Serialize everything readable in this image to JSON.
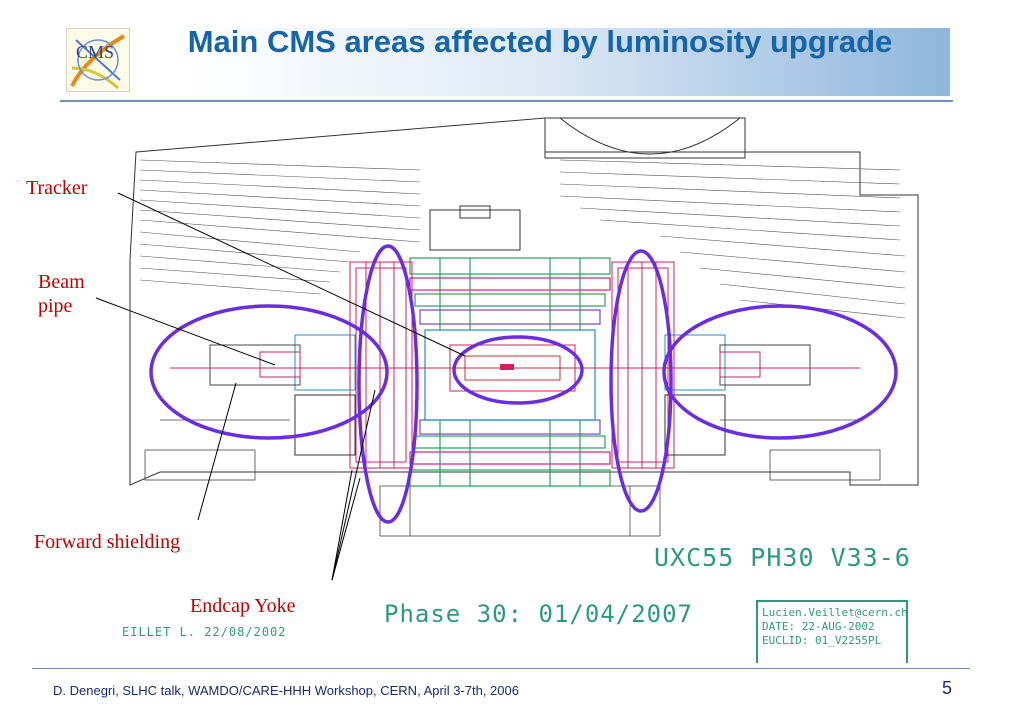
{
  "slide": {
    "title": "Main CMS areas affected by luminosity upgrade",
    "page_number": "5",
    "footer": "D. Denegri, SLHC talk, WAMDO/CARE-HHH  Workshop, CERN,  April 3-7th, 2006"
  },
  "logo": {
    "text": "CMS"
  },
  "labels": {
    "tracker": "Tracker",
    "beam_pipe": "Beam pipe",
    "forward_shielding": "Forward shielding",
    "endcap_yoke": "Endcap Yoke"
  },
  "drawing_text": {
    "uxc": "UXC55 PH30  V33-6",
    "phase": "Phase 30: 01/04/2007",
    "veillet": "EILLET L. 22/08/2002",
    "info_box": [
      "Lucien.Veillet@cern.ch",
      "DATE: 22-AUG-2002",
      "EUCLID: 01_V2255PL"
    ]
  },
  "colors": {
    "title": "#1565a8",
    "label": "#c00000",
    "highlight_ellipse": "#6a2de0",
    "cad_text": "#2e9a7c",
    "footer": "#1b2a6b"
  }
}
